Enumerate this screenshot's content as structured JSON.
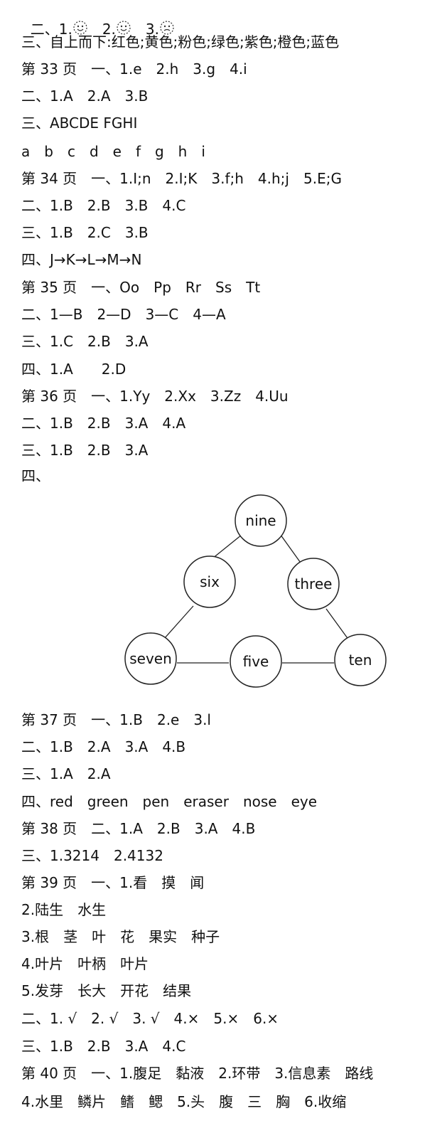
{
  "lines": [
    "二、1.",
    "2.",
    "3.",
    "三、自上而下:红色;黄色;粉色;绿色;紫色;橙色;蓝色",
    "第 33 页　一、1.e　2.h　3.g　4.i",
    "二、1.A　2.A　3.B",
    "三、ABCDE FGHI",
    "a　b　c　d　e　f　g　h　i",
    "第 34 页　一、1.I;n　2.I;K　3.f;h　4.h;j　5.E;G",
    "二、1.B　2.B　3.B　4.C",
    "三、1.B　2.C　3.B",
    "四、J→K→L→M→N",
    "第 35 页　一、Oo　Pp　Rr　Ss　Tt",
    "二、1—B　2—D　3—C　4—A",
    "三、1.C　2.B　3.A",
    "四、1.A　　2.D",
    "第 36 页　一、1.Yy　2.Xx　3.Zz　4.Uu",
    "二、1.B　2.B　3.A　4.A",
    "三、1.B　2.B　3.A",
    "四、",
    "第 37 页　一、1.B　2.e　3.l",
    "二、1.B　2.A　3.A　4.B",
    "三、1.A　2.A",
    "四、red　green　pen　eraser　nose　eye",
    "第 38 页　二、1.A　2.B　3.A　4.B",
    "三、1.3214　2.4132",
    "第 39 页　一、1.看　摸　闻",
    "2.陆生　水生",
    "3.根　茎　叶　花　果实　种子",
    "4.叶片　叶柄　叶片",
    "5.发芽　长大　开花　结果",
    "二、1. √　2. √　3. √　4.×　5.×　6.×",
    "三、1.B　2.B　3.A　4.C",
    "第 40 页　一、1.腹足　黏液　2.环带　3.信息素　路线",
    "4.水里　鳞片　鳍　鳃　5.头　腹　三　胸　6.收缩"
  ],
  "diagram": {
    "nodes": [
      "nine",
      "six",
      "three",
      "seven",
      "five",
      "ten"
    ]
  }
}
